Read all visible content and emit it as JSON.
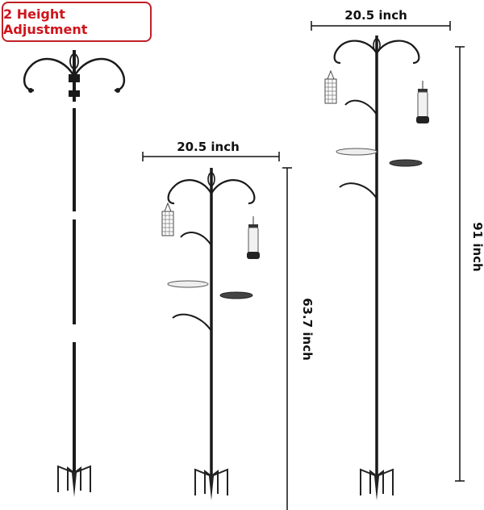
{
  "badge": {
    "text": "2 Height Adjustment"
  },
  "dimensions": {
    "width_short": "20.5 inch",
    "width_tall": "20.5 inch",
    "height_short": "63.7 inch",
    "height_tall": "91 inch"
  },
  "colors": {
    "badge_red": "#d0141c",
    "pole": "#1a1a1a",
    "dimension_line": "#111111"
  },
  "poles": [
    {
      "name": "disassembled-pole",
      "sections": 3
    },
    {
      "name": "short-configuration"
    },
    {
      "name": "tall-configuration"
    }
  ]
}
